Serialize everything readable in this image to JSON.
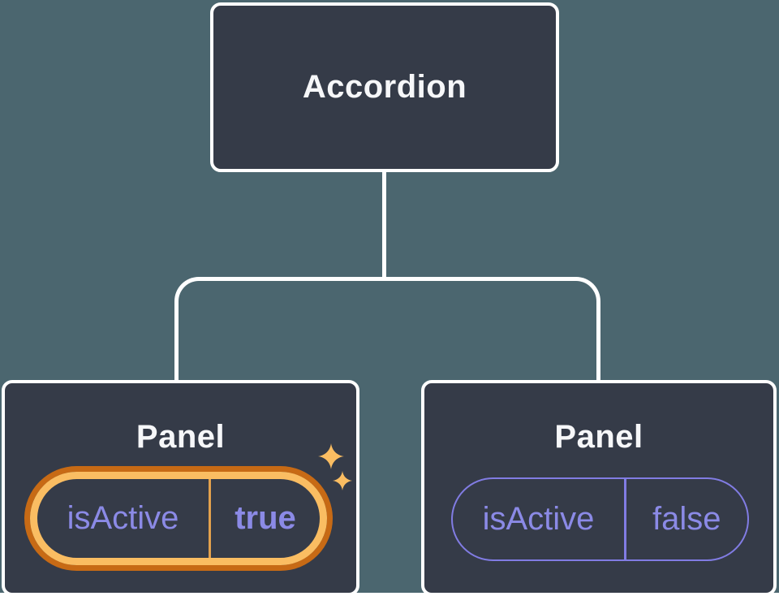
{
  "diagram": {
    "root": {
      "label": "Accordion"
    },
    "panels": [
      {
        "label": "Panel",
        "state_key": "isActive",
        "state_value": "true",
        "highlighted": true
      },
      {
        "label": "Panel",
        "state_key": "isActive",
        "state_value": "false",
        "highlighted": false
      }
    ]
  },
  "icons": {
    "sparkle_large": "sparkle-large-icon",
    "sparkle_small": "sparkle-small-icon"
  },
  "colors": {
    "background": "#4B666F",
    "node_fill": "#353B48",
    "node_border": "#FFFFFF",
    "connector": "#FFFFFF",
    "title_text": "#F6F7F9",
    "state_text": "#8B8AE6",
    "state_pill_border": "#817CE3",
    "highlight_outer_ring": "#C76A15",
    "highlight_inner_ring": "#FABD62",
    "highlight_divider": "#E3A14D",
    "sparkle": "#FABD62",
    "bottom_strip": "#FFFFFF"
  }
}
